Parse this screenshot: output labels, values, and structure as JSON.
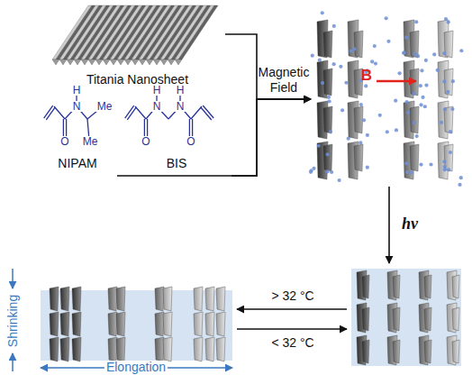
{
  "diagram": {
    "nodes": [
      {
        "text": [
          "Titania Nanosheet"
        ]
      },
      {
        "text": [
          "NIPAM"
        ]
      },
      {
        "text": [
          "BIS"
        ]
      },
      {
        "text": [
          "B"
        ]
      },
      {
        "text": []
      },
      {
        "text": []
      }
    ],
    "edges": [
      {
        "from": 0,
        "to": 3,
        "arrow": "to",
        "label": "Magnetic Field"
      },
      {
        "from": 1,
        "to": 3,
        "arrow": "to"
      },
      {
        "from": 2,
        "to": 3,
        "arrow": "to"
      },
      {
        "from": 3,
        "to": 4,
        "arrow": "to",
        "label": "hν"
      },
      {
        "from": 4,
        "to": 5,
        "arrow": "to",
        "label": "> 32 °C"
      },
      {
        "from": 5,
        "to": 4,
        "arrow": "to",
        "label": "< 32 °C"
      }
    ],
    "labels": [
      "H",
      "N",
      "Me",
      "O",
      "Me",
      "H",
      "H",
      "N",
      "N",
      "O",
      "O",
      "Shrinking",
      "Elongation"
    ]
  }
}
